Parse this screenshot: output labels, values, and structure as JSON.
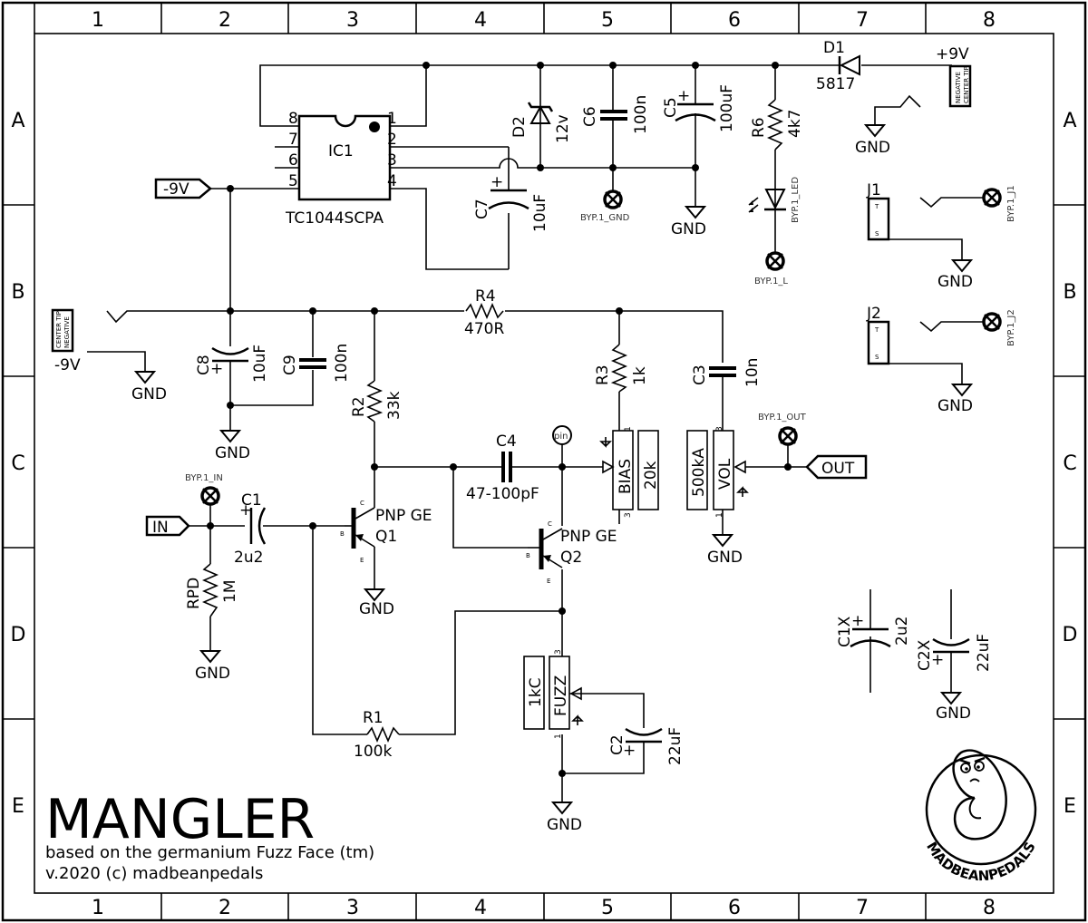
{
  "frame": {
    "columns": [
      "1",
      "2",
      "3",
      "4",
      "5",
      "6",
      "7",
      "8"
    ],
    "rows": [
      "A",
      "B",
      "C",
      "D",
      "E"
    ]
  },
  "title_block": {
    "title": "MANGLER",
    "subtitle": "based on the germanium Fuzz Face (tm)",
    "version": "v.2020 (c) madbeanpedals",
    "logo_text": "MADBEANPEDALS"
  },
  "power": {
    "ic": {
      "ref": "IC1",
      "part": "TC1044SCPA",
      "pins": [
        "1",
        "2",
        "3",
        "4",
        "5",
        "6",
        "7",
        "8"
      ]
    },
    "d1": {
      "ref": "D1",
      "value": "5817"
    },
    "d2": {
      "ref": "D2",
      "value": "12v"
    },
    "c6": {
      "ref": "C6",
      "value": "100n"
    },
    "c5": {
      "ref": "C5",
      "value": "100uF"
    },
    "c7": {
      "ref": "C7",
      "value": "10uF"
    },
    "c8": {
      "ref": "C8",
      "value": "10uF"
    },
    "c9": {
      "ref": "C9",
      "value": "100n"
    },
    "r6": {
      "ref": "R6",
      "value": "4k7"
    },
    "pos_supply": "+9V",
    "neg_supply": "-9V",
    "neg_port": "-9V",
    "dc_jack_top": [
      "NEGATIVE",
      "CENTER TIP"
    ],
    "dc_jack_left": [
      "CENTER TIP",
      "NEGATIVE"
    ]
  },
  "bypass_pads": {
    "gnd": "BYP.1_GND",
    "led": "BYP.1_LED",
    "l": "BYP.1_L",
    "in": "BYP.1_IN",
    "out": "BYP.1_OUT",
    "j1": "BYP.1_J1",
    "j2": "BYP.1_J2"
  },
  "jacks": {
    "j1": {
      "ref": "J1",
      "tip": "T",
      "sleeve": "S"
    },
    "j2": {
      "ref": "J2",
      "tip": "T",
      "sleeve": "S"
    }
  },
  "signal": {
    "in_port": "IN",
    "out_port": "OUT",
    "c1": {
      "ref": "C1",
      "value": "2u2"
    },
    "rpd": {
      "ref": "RPD",
      "value": "1M"
    },
    "q1": {
      "ref": "Q1",
      "type": "PNP GE",
      "pins": {
        "b": "B",
        "c": "C",
        "e": "E"
      }
    },
    "q2": {
      "ref": "Q2",
      "type": "PNP GE",
      "pins": {
        "b": "B",
        "c": "C",
        "e": "E"
      }
    },
    "r1": {
      "ref": "R1",
      "value": "100k"
    },
    "r2": {
      "ref": "R2",
      "value": "33k"
    },
    "r3": {
      "ref": "R3",
      "value": "1k"
    },
    "r4": {
      "ref": "R4",
      "value": "470R"
    },
    "c2": {
      "ref": "C2",
      "value": "22uF"
    },
    "c3": {
      "ref": "C3",
      "value": "10n"
    },
    "c4": {
      "ref": "C4",
      "value": "47-100pF"
    },
    "pin_pad": "pin",
    "bias": {
      "label": "BIAS",
      "value": "20k",
      "pin_top": "1",
      "pin_bottom": "3"
    },
    "vol": {
      "label": "VOL",
      "value": "500kA",
      "pin_top": "3",
      "pin_bottom": "1"
    },
    "fuzz": {
      "label": "FUZZ",
      "value": "1kC",
      "pin_top": "3",
      "pin_bottom": "1"
    }
  },
  "spares": {
    "c1x": {
      "ref": "C1X",
      "value": "2u2"
    },
    "c2x": {
      "ref": "C2X",
      "value": "22uF"
    }
  },
  "gnd_label": "GND",
  "plus_sign": "+"
}
